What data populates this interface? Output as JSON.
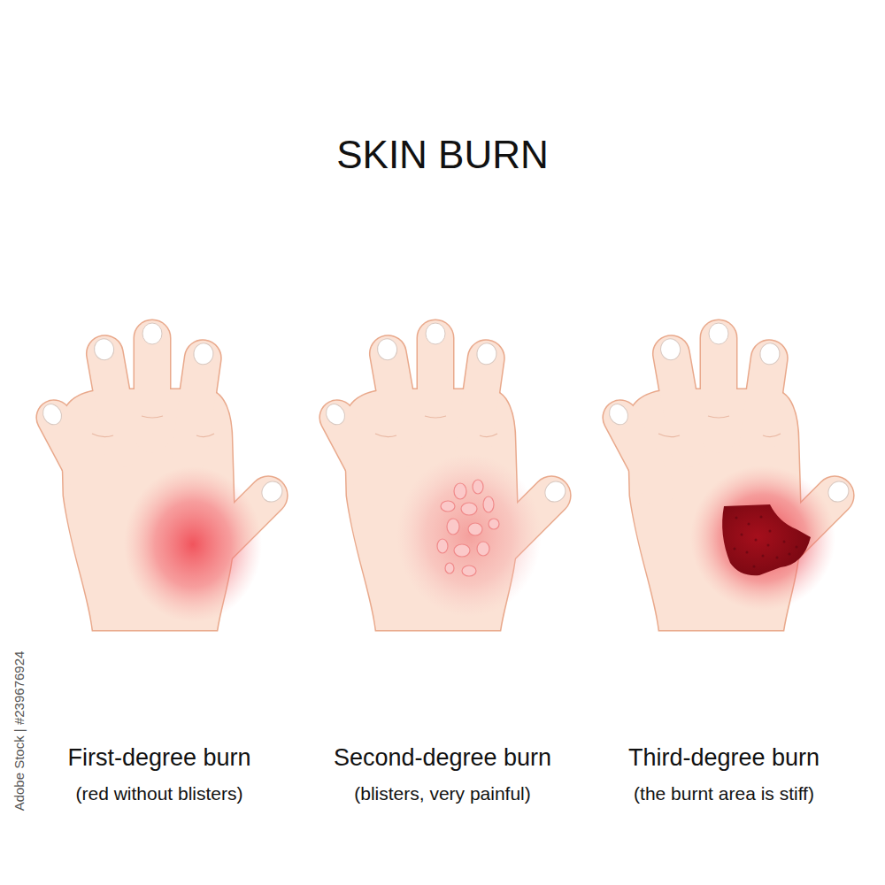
{
  "diagram": {
    "title": "SKIN BURN",
    "labels": [
      "First-degree burn",
      "(red without blisters)",
      "Second-degree burn",
      "(blisters, very painful)",
      "Third-degree burn",
      "(the burnt area is stiff)",
      "Adobe Stock | #239676924"
    ]
  }
}
